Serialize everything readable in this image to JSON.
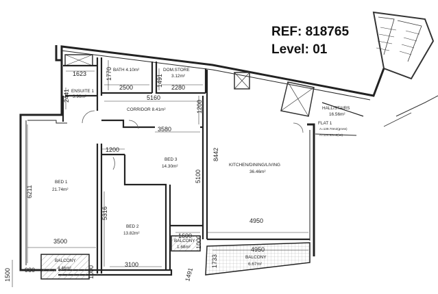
{
  "header": {
    "ref": "REF: 818765",
    "level": "Level: 01"
  },
  "rooms": {
    "bath": "BATH 4.10m²",
    "dom_store_name": "DOM.STORE",
    "dom_store_area": "3.12m²",
    "ensuite_name": "ENSUITE 1",
    "ensuite_area": "3.96m²",
    "corridor": "CORRIDOR 8.41m²",
    "bed1_name": "BED 1",
    "bed1_area": "21.74m²",
    "bed2_name": "BED 2",
    "bed2_area": "13.82m²",
    "bed3_name": "BED 3",
    "bed3_area": "14.30m²",
    "kitchen_name": "KITCHEN/DINING/LIVING",
    "kitchen_area": "36.46m²",
    "hall_name": "HALL/STAIRS",
    "hall_area": "16.56m²",
    "flat_name": "FLAT 1",
    "flat_gross": "A=139.70m2(gross)",
    "flat_int": "A=124.82m2(int)",
    "balcony_left_name": "BALCONY",
    "balcony_left_area": "4.46m²",
    "balcony_mid_name": "BALCONY",
    "balcony_mid_area": "1.68m²",
    "balcony_right_name": "BALCONY",
    "balcony_right_area": "6.67m²"
  },
  "dimensions": {
    "d1623": "1623",
    "d1770": "1770",
    "d2500": "2500",
    "d1491": "1491",
    "d2280": "2280",
    "d2441": "2441",
    "d5160": "5160",
    "d1200v": "1200",
    "d3580": "3580",
    "d1200h": "1200",
    "d8442": "8442",
    "d6211": "6211",
    "d5100": "5100",
    "d5316": "5316",
    "d3500": "3500",
    "d4950a": "4950",
    "d1600": "1600",
    "d1000a": "1000",
    "d4950b": "4950",
    "d1733": "1733",
    "d1500": "1500",
    "d980": "980",
    "d1000b": "1000",
    "d3100": "3100",
    "d1491b": "1491"
  }
}
